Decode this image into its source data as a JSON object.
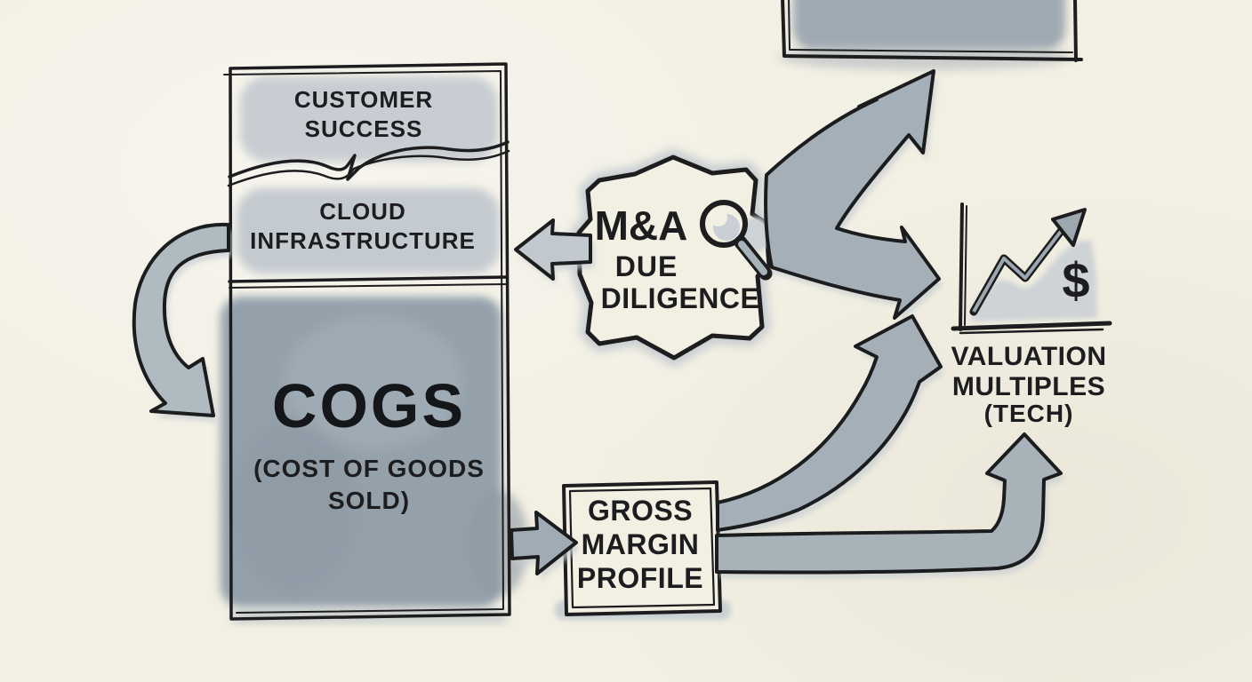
{
  "colors": {
    "paper": "#f2efe3",
    "ink": "#1d1d1f",
    "fill_light": "#c6ccd1",
    "fill_cogs": "#94a1ab",
    "fill_top_box": "#9fa9b1",
    "arrow_fill": "#a6b0b8",
    "watercolor_shadow": "#c3cad0"
  },
  "diagram": {
    "style": "hand-drawn watercolor sketch",
    "nodes": {
      "customer_success": {
        "label": "CUSTOMER SUCCESS"
      },
      "cloud_infrastructure": {
        "label": "CLOUD INFRASTRUCTURE"
      },
      "cogs": {
        "title": "COGS",
        "subtitle": "(COST OF GOODS SOLD)"
      },
      "ma_due_diligence": {
        "title": "M&A",
        "line1": "DUE",
        "line2": "DILIGENCE",
        "icon": "magnifying-glass-icon"
      },
      "gross_margin_profile": {
        "label": "GROSS MARGIN PROFILE"
      },
      "valuation_multiples": {
        "label": "VALUATION MULTIPLES",
        "sublabel": "(TECH)",
        "dollar_symbol": "$",
        "icon": "upward-trend-chart-icon"
      },
      "top_box": {
        "label": ""
      }
    },
    "edges": [
      {
        "from": "ma_due_diligence",
        "to": "cloud_infrastructure",
        "style": "block-arrow-left"
      },
      {
        "from": "ma_due_diligence",
        "to": "top_box",
        "style": "curved-fork-branch-up"
      },
      {
        "from": "ma_due_diligence",
        "to": "valuation_multiples",
        "style": "curved-fork-branch-right"
      },
      {
        "from": "cloud_infrastructure",
        "to": "cogs",
        "style": "c-curve-down"
      },
      {
        "from": "cogs",
        "to": "gross_margin_profile",
        "style": "block-arrow-right"
      },
      {
        "from": "gross_margin_profile",
        "to": "valuation_multiples",
        "style": "sweeping-curve-up"
      },
      {
        "from": "gross_margin_profile",
        "to": "valuation_multiples",
        "style": "elbow-right-then-up"
      }
    ]
  }
}
